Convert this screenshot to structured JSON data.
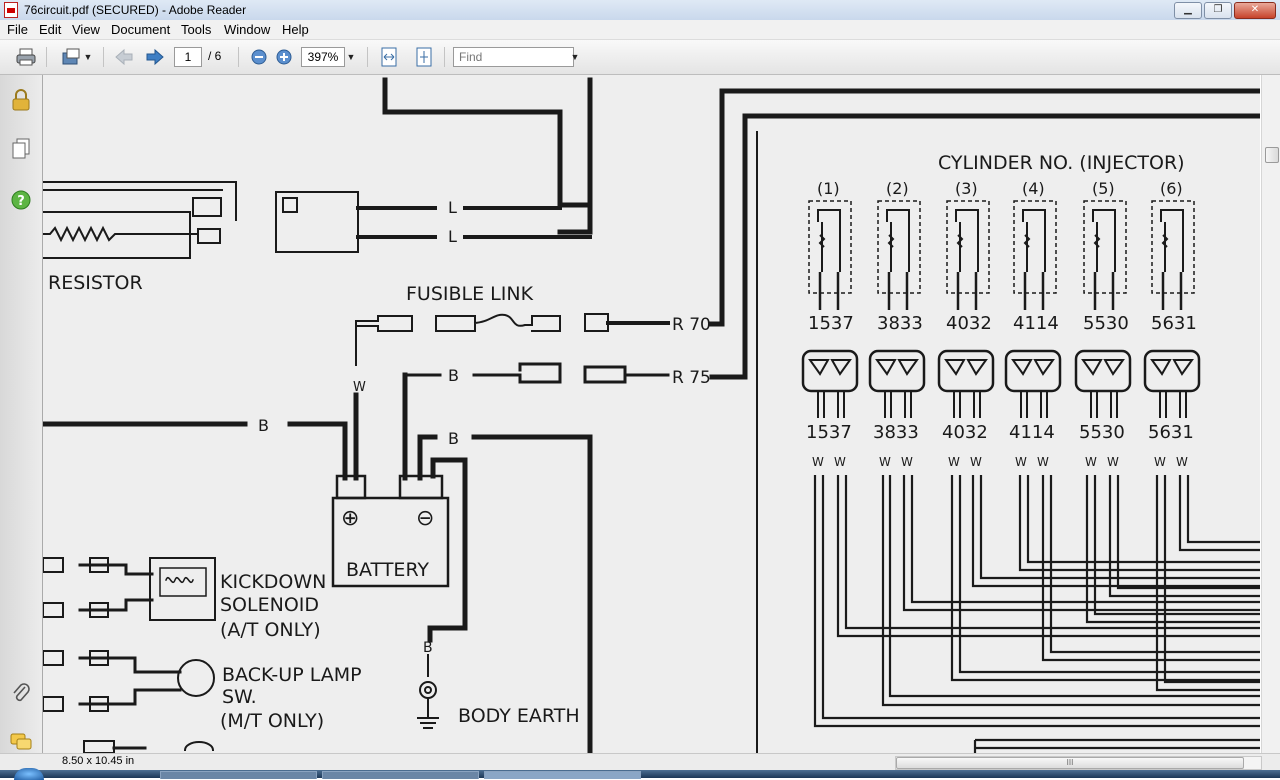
{
  "window": {
    "title": "76circuit.pdf (SECURED) - Adobe Reader"
  },
  "menu": [
    "File",
    "Edit",
    "View",
    "Document",
    "Tools",
    "Window",
    "Help"
  ],
  "toolbar": {
    "page_current": "1",
    "page_total": "/ 6",
    "zoom": "397%",
    "find_placeholder": "Find"
  },
  "status": {
    "page_size": "8.50 x 10.45 in"
  },
  "diagram": {
    "resistor": "RESISTOR",
    "wire_l": "L",
    "fusible_link": "FUSIBLE LINK",
    "r70": "R 70",
    "r75": "R 75",
    "wire_w": "W",
    "wire_b": "B",
    "battery": "BATTERY",
    "plus": "⊕",
    "minus": "⊖",
    "kickdown_1": "KICKDOWN",
    "kickdown_2": "SOLENOID",
    "kickdown_3": "(A/T ONLY)",
    "backup_1": "BACK-UP LAMP",
    "backup_2": "SW.",
    "backup_3": "(M/T ONLY)",
    "body_earth": "BODY EARTH",
    "cylinder_title": "CYLINDER NO. (INJECTOR)",
    "cylinders": [
      {
        "no": "(1)",
        "a": "15",
        "b": "37"
      },
      {
        "no": "(2)",
        "a": "38",
        "b": "33"
      },
      {
        "no": "(3)",
        "a": "40",
        "b": "32"
      },
      {
        "no": "(4)",
        "a": "41",
        "b": "14"
      },
      {
        "no": "(5)",
        "a": "55",
        "b": "30"
      },
      {
        "no": "(6)",
        "a": "56",
        "b": "31"
      }
    ]
  }
}
